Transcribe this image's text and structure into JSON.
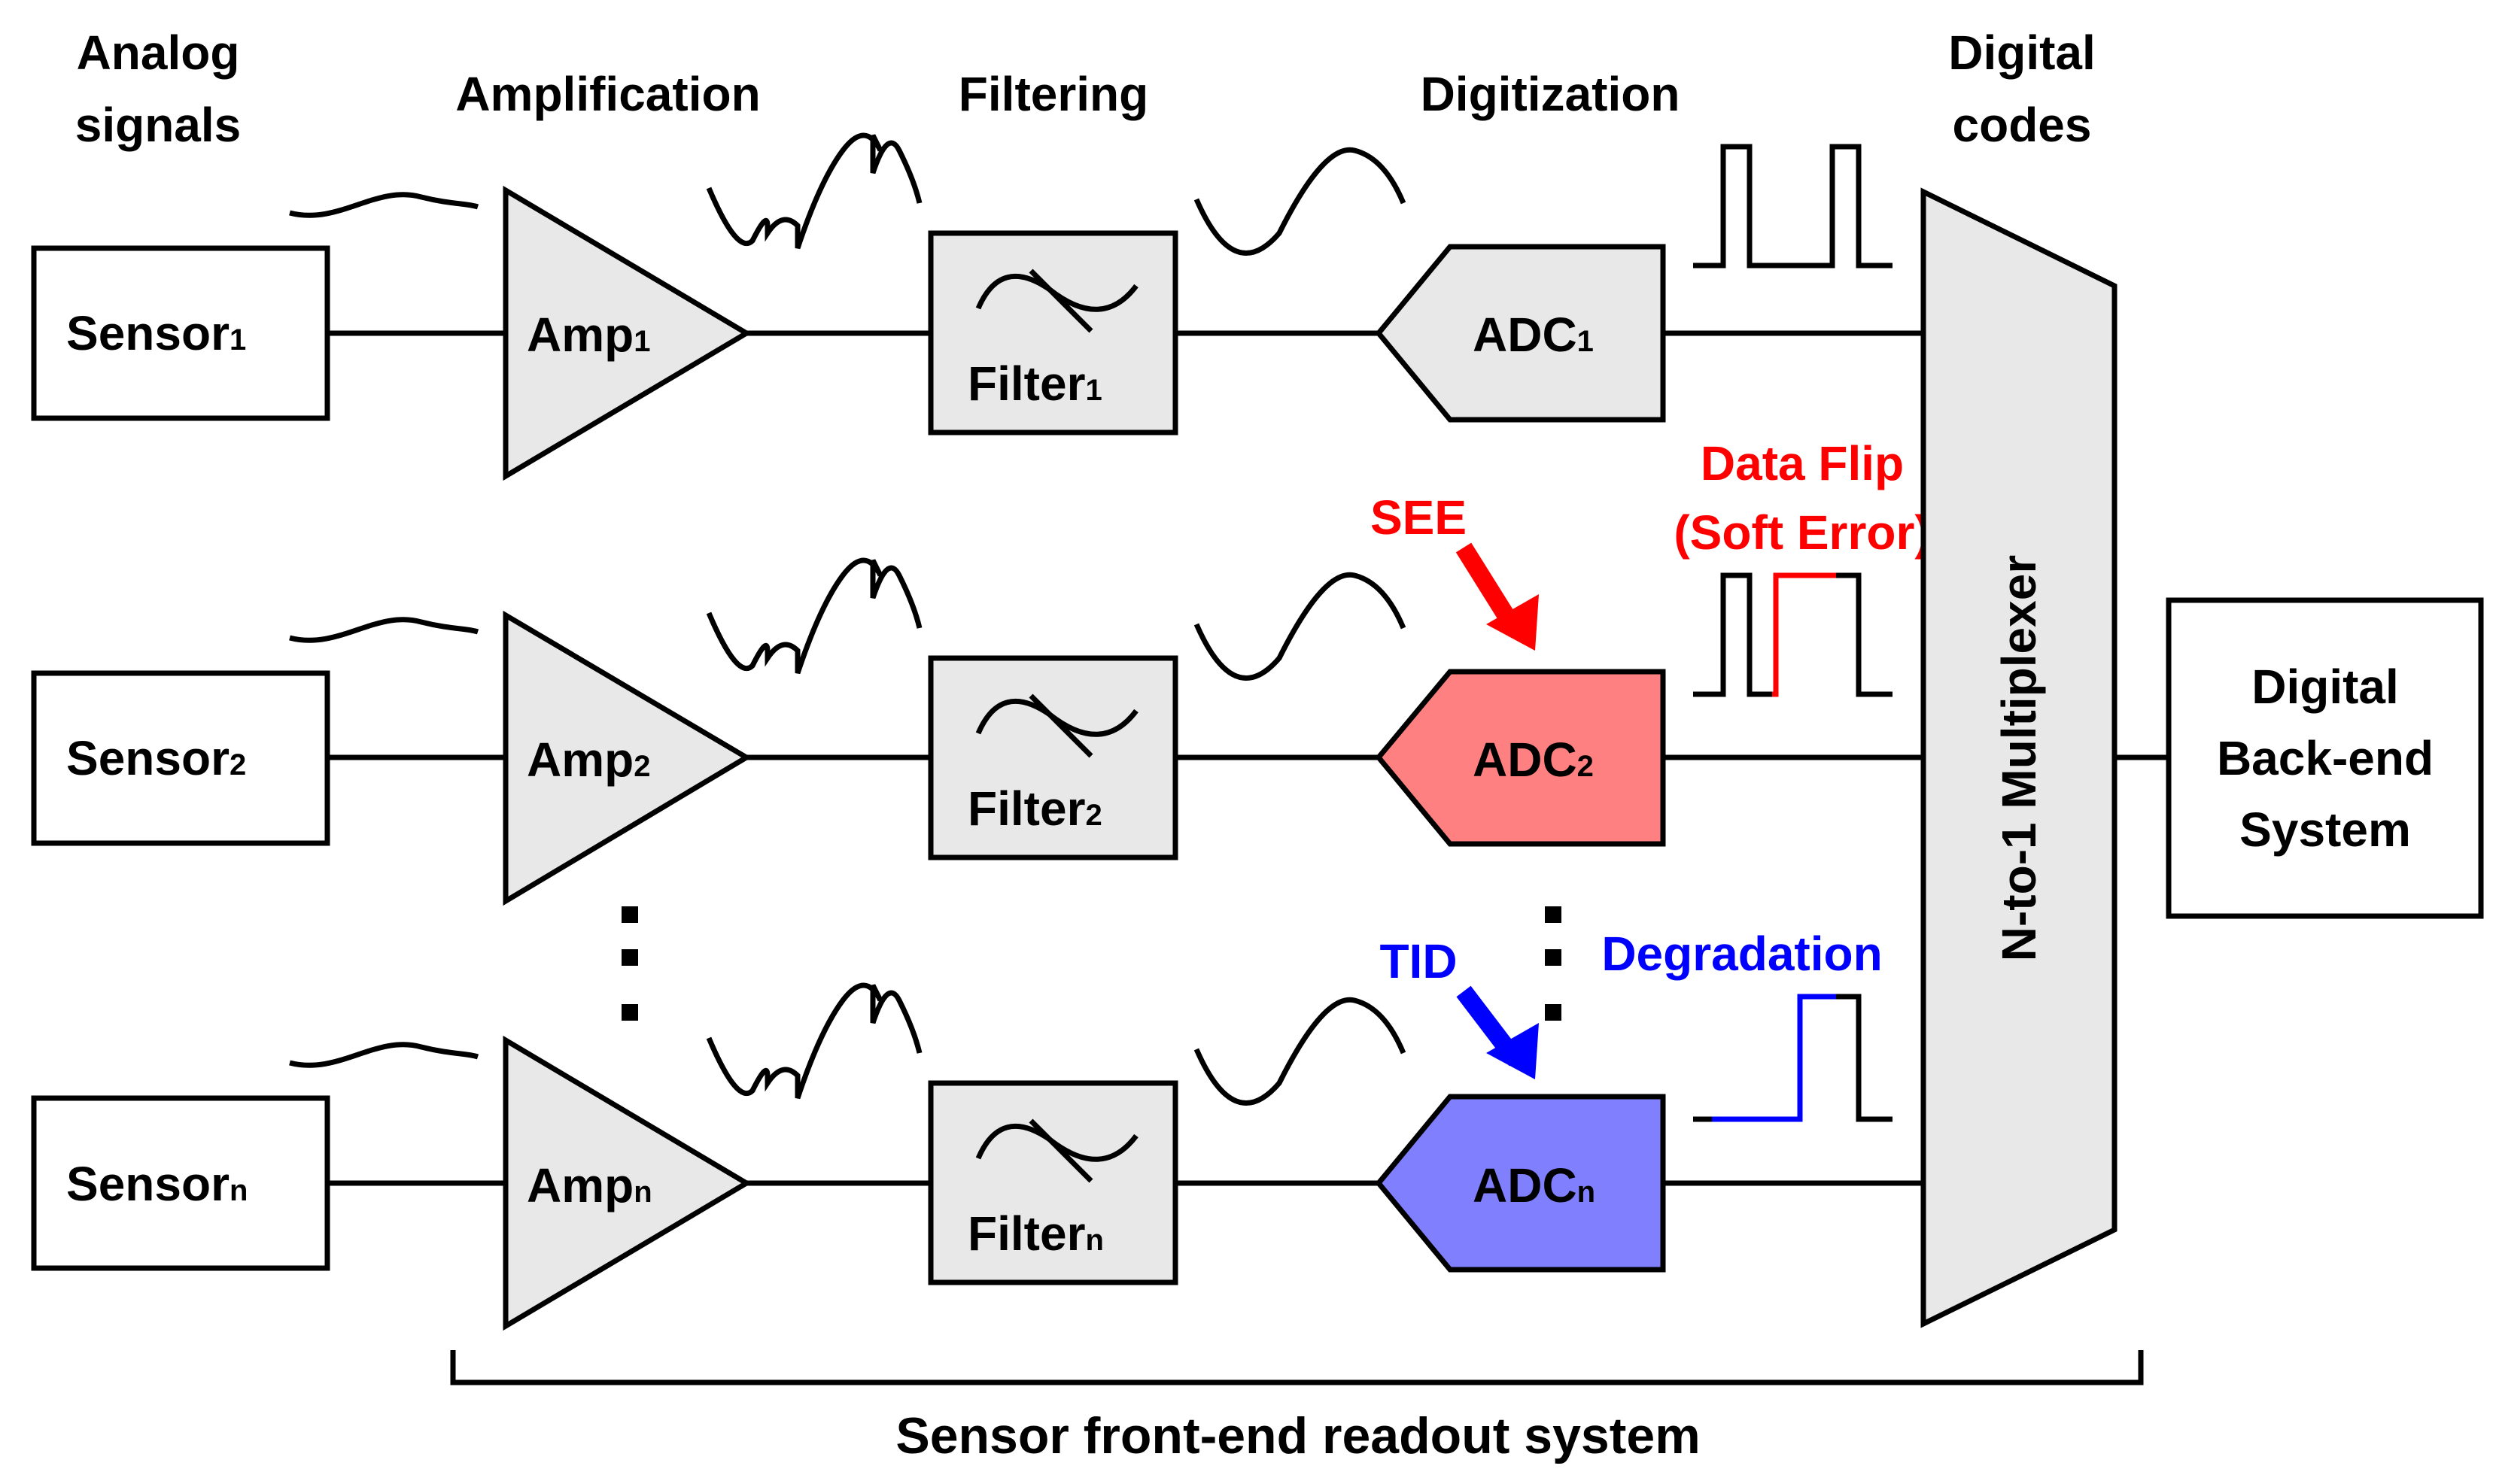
{
  "stages": {
    "analog": [
      "Analog",
      "signals"
    ],
    "amplification": "Amplification",
    "filtering": "Filtering",
    "digitization": "Digitization",
    "digital_codes": [
      "Digital",
      "codes"
    ]
  },
  "channels": [
    {
      "sensor": "Sensor",
      "amp": "Amp",
      "filter": "Filter",
      "adc": "ADC",
      "sub": "1"
    },
    {
      "sensor": "Sensor",
      "amp": "Amp",
      "filter": "Filter",
      "adc": "ADC",
      "sub": "2"
    },
    {
      "sensor": "Sensor",
      "amp": "Amp",
      "filter": "Filter",
      "adc": "ADC",
      "sub": "n"
    }
  ],
  "effects": {
    "see": {
      "label": "SEE",
      "color": "#ff0000",
      "adc_fill": "#ff8080"
    },
    "data_flip": [
      "Data Flip",
      "(Soft Error)"
    ],
    "tid": {
      "label": "TID",
      "color": "#0000ff",
      "adc_fill": "#8080ff"
    },
    "degradation": "Degradation"
  },
  "multiplexer": "N-to-1 Multiplexer",
  "backend": [
    "Digital",
    "Back-end",
    "System"
  ],
  "bracket_label": "Sensor front-end readout system",
  "colors": {
    "block_fill": "#e8e8e8",
    "stroke": "#000000"
  }
}
